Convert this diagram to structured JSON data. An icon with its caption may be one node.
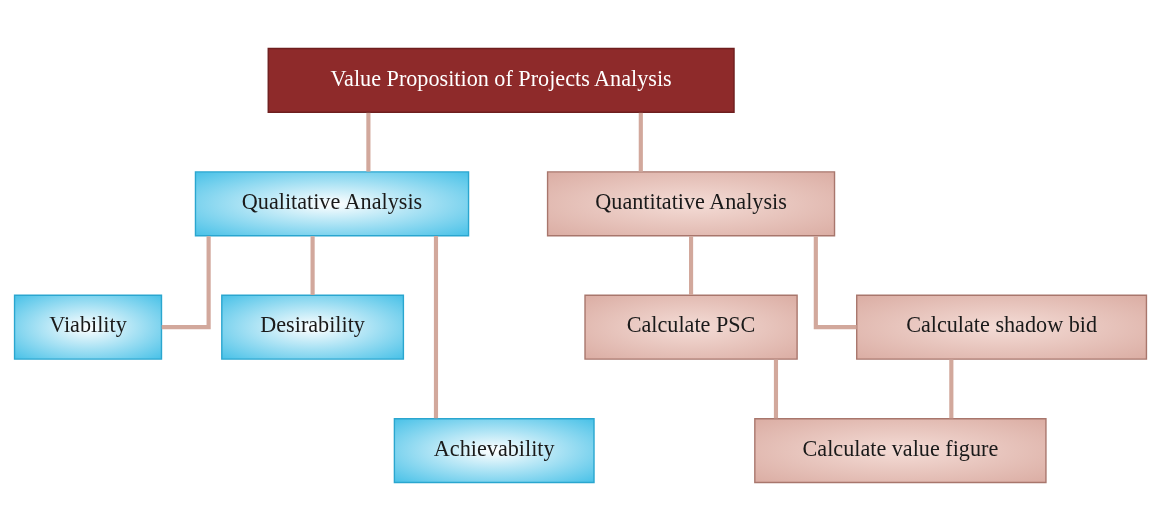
{
  "diagram": {
    "nodes": [
      {
        "text": [
          "Value Proposition of Projects Analysis"
        ]
      },
      {
        "text": [
          "Qualitative Analysis"
        ]
      },
      {
        "text": [
          "Quantitative Analysis"
        ]
      },
      {
        "text": [
          "Viability"
        ]
      },
      {
        "text": [
          "Desirability"
        ]
      },
      {
        "text": [
          "Achievability"
        ]
      },
      {
        "text": [
          "Calculate PSC"
        ]
      },
      {
        "text": [
          "Calculate shadow bid"
        ]
      },
      {
        "text": [
          "Calculate value figure"
        ]
      }
    ],
    "edges": [
      {
        "from": 0,
        "to": 1,
        "arrow": "none"
      },
      {
        "from": 0,
        "to": 2,
        "arrow": "none"
      },
      {
        "from": 1,
        "to": 3,
        "arrow": "none"
      },
      {
        "from": 1,
        "to": 4,
        "arrow": "none"
      },
      {
        "from": 1,
        "to": 5,
        "arrow": "none"
      },
      {
        "from": 2,
        "to": 6,
        "arrow": "none"
      },
      {
        "from": 2,
        "to": 7,
        "arrow": "none"
      },
      {
        "from": 6,
        "to": 8,
        "arrow": "none"
      },
      {
        "from": 7,
        "to": 8,
        "arrow": "none"
      }
    ]
  }
}
